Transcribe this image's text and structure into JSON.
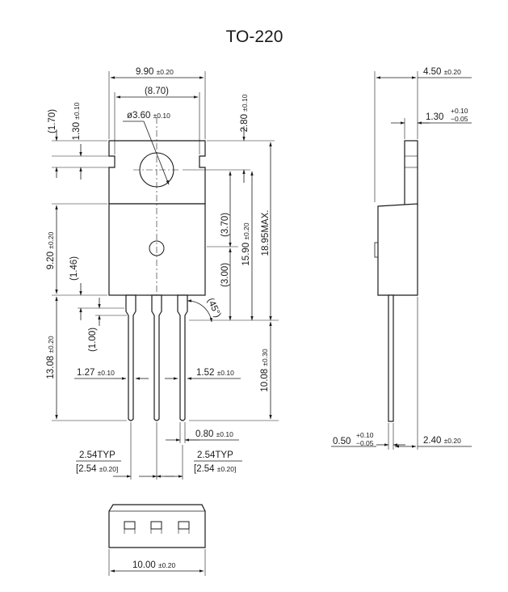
{
  "title": "TO-220",
  "front_view": {
    "width": "9.90",
    "width_tol": "±0.20",
    "inner_width": "(8.70)",
    "hole_dia": "ø3.60",
    "hole_dia_tol": "±0.10",
    "tab_top_left": "(1.70)",
    "notch_height": "1.30",
    "notch_height_tol": "±0.10",
    "hole_offset": "2.80",
    "hole_offset_tol": "±0.10",
    "upper_body": "(3.70)",
    "body_to_leads": "15.90",
    "body_to_leads_tol": "±0.20",
    "overall_max": "18.95MAX.",
    "body_height": "9.20",
    "body_height_tol": "±0.20",
    "lead_shoulder": "(1.46)",
    "lead_step": "(1.00)",
    "lower_step": "(3.00)",
    "angle": "(45°)",
    "lead_total": "13.08",
    "lead_total_tol": "±0.20",
    "lead_length": "10.08",
    "lead_length_tol": "±0.30",
    "lead_wide_left": "1.27",
    "lead_wide_left_tol": "±0.10",
    "lead_wide_right": "1.52",
    "lead_wide_right_tol": "±0.10",
    "lead_thin": "0.80",
    "lead_thin_tol": "±0.10",
    "pitch_left": "2.54TYP",
    "pitch_left_bracket": "[2.54",
    "pitch_left_tol": "±0.20]",
    "pitch_right": "2.54TYP",
    "pitch_right_bracket": "[2.54",
    "pitch_right_tol": "±0.20]"
  },
  "side_view": {
    "thickness": "4.50",
    "thickness_tol": "±0.20",
    "tab_thickness": "1.30",
    "tab_tol_plus": "+0.10",
    "tab_tol_minus": "−0.05",
    "lead_thickness": "0.50",
    "lead_tol_plus": "+0.10",
    "lead_tol_minus": "−0.05",
    "lead_offset": "2.40",
    "lead_offset_tol": "±0.20"
  },
  "bottom_view": {
    "width": "10.00",
    "width_tol": "±0.20"
  }
}
